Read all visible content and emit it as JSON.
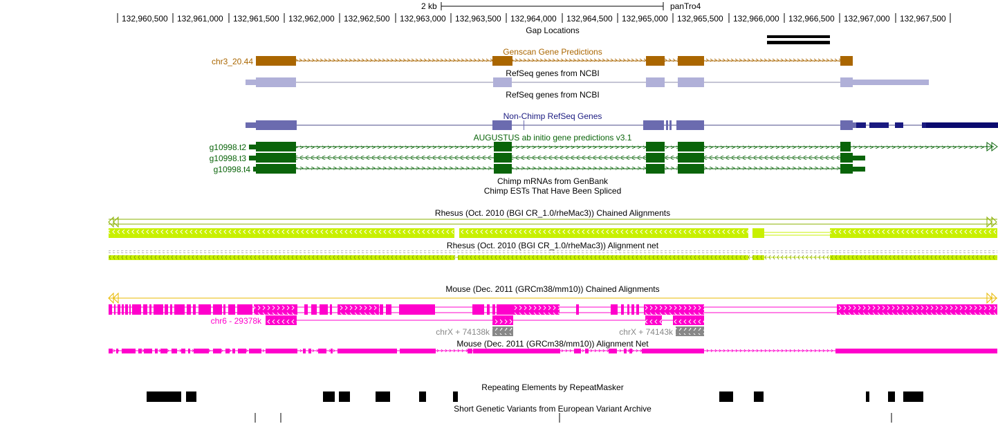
{
  "ruler": {
    "scale_label": "2 kb",
    "assembly": "panTro4",
    "ticks": [
      "132,960,500",
      "132,961,000",
      "132,961,500",
      "132,962,000",
      "132,962,500",
      "132,963,000",
      "132,963,500",
      "132,964,000",
      "132,964,500",
      "132,965,000",
      "132,965,500",
      "132,966,000",
      "132,966,500",
      "132,967,000",
      "132,967,500"
    ]
  },
  "tracks": {
    "gap": {
      "title": "Gap Locations"
    },
    "genscan": {
      "title": "Genscan Gene Predictions",
      "item": "chr3_20.44"
    },
    "refseq1": {
      "title": "RefSeq genes from NCBI"
    },
    "refseq2": {
      "title": "RefSeq genes from NCBI"
    },
    "nonchimp": {
      "title": "Non-Chimp RefSeq Genes"
    },
    "augustus": {
      "title": "AUGUSTUS ab initio gene predictions v3.1",
      "items": [
        "g10998.t2",
        "g10998.t3",
        "g10998.t4"
      ]
    },
    "mrna": {
      "title": "Chimp mRNAs from GenBank"
    },
    "ests": {
      "title": "Chimp ESTs That Have Been Spliced"
    },
    "rhesus_chain": {
      "title": "Rhesus (Oct. 2010 (BGI CR_1.0/rheMac3)) Chained Alignments"
    },
    "rhesus_net": {
      "title": "Rhesus (Oct. 2010 (BGI CR_1.0/rheMac3)) Alignment net"
    },
    "mouse_chain": {
      "title": "Mouse (Dec. 2011 (GRCm38/mm10)) Chained Alignments",
      "items": [
        "chr6 - 29378k",
        "chrX + 74138k",
        "chrX + 74143k"
      ]
    },
    "mouse_net": {
      "title": "Mouse (Dec. 2011 (GRCm38/mm10)) Alignment Net"
    },
    "repeats": {
      "title": "Repeating Elements by RepeatMasker"
    },
    "eva": {
      "title": "Short Genetic Variants from European Variant Archive"
    }
  },
  "colors": {
    "genscan": "#aa6600",
    "refseq": "#b0b0d8",
    "nonchimp": "#6b6baf",
    "nonchimp_dark": "#0b0b6f",
    "augustus": "#0a640a",
    "rhesus": "#c8f000",
    "mouse": "#ff00cc",
    "mouse_gray": "#888888",
    "repeat": "#000000"
  }
}
